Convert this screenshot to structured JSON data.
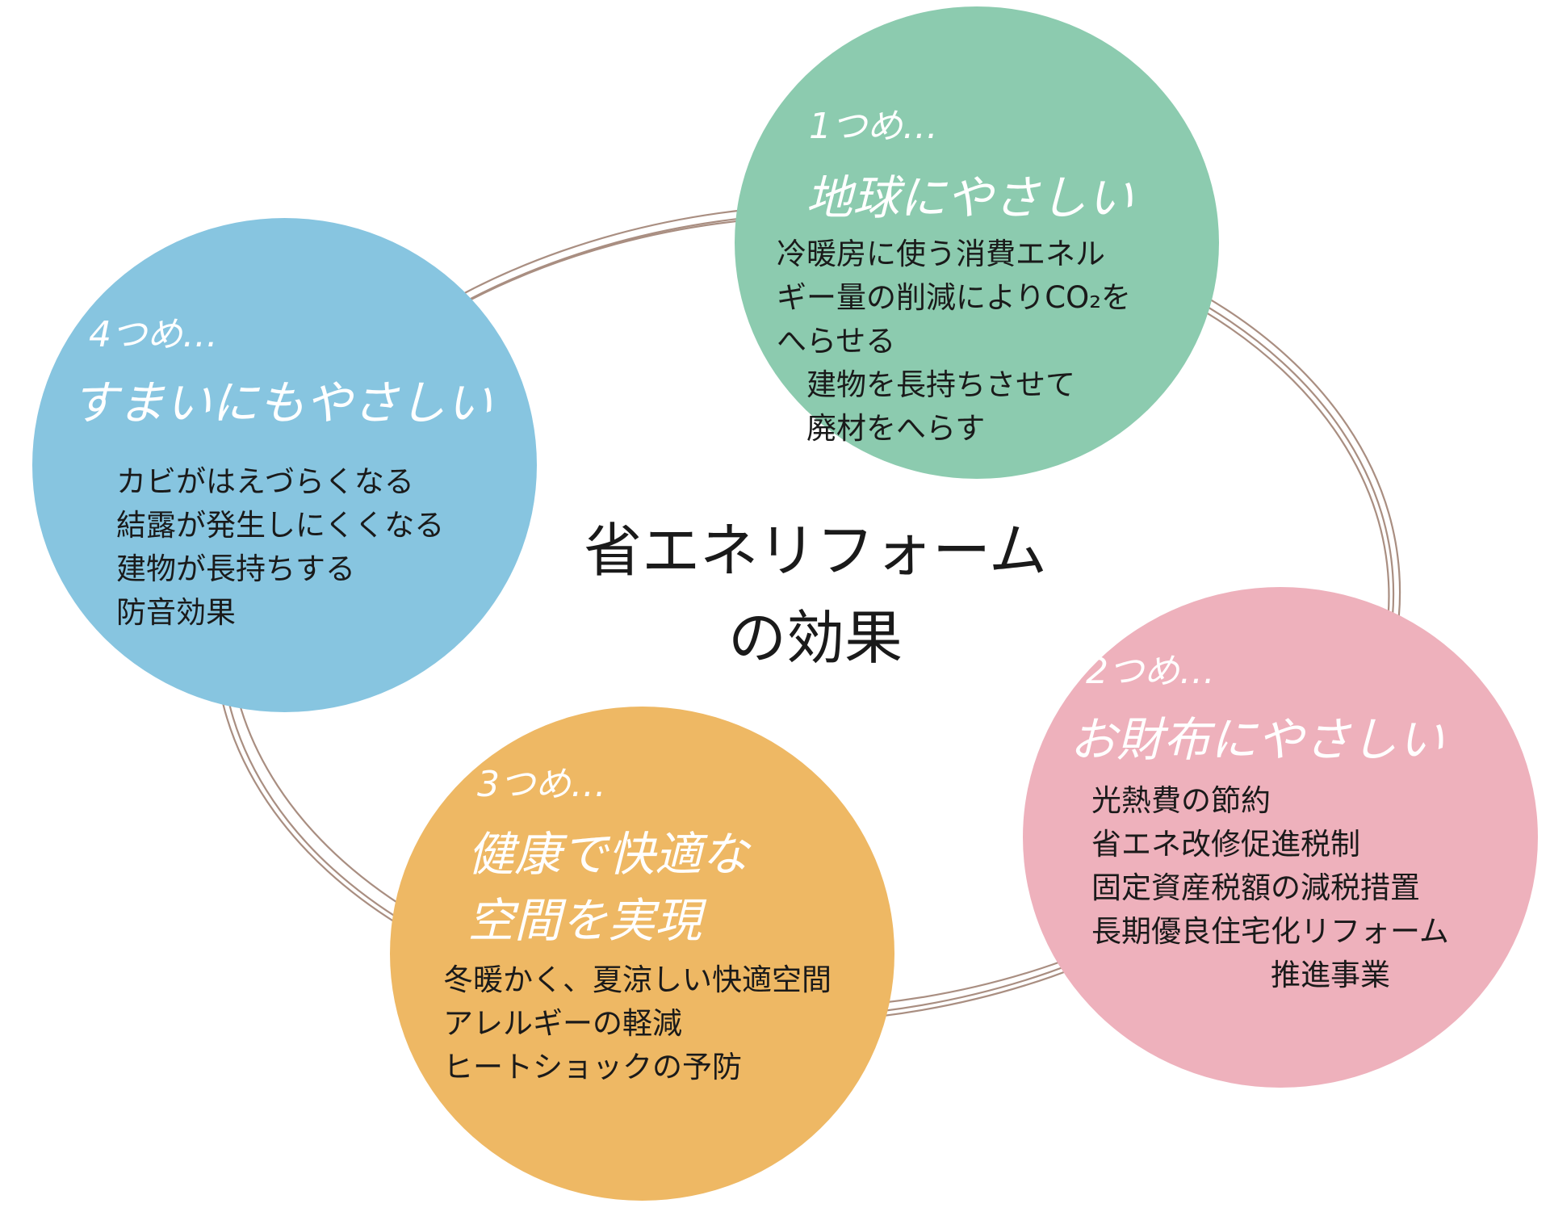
{
  "title": {
    "line1": "省エネリフォーム",
    "line2": "の効果"
  },
  "colors": {
    "ring": "#9b7b6c",
    "green": "#8ccbaf",
    "pink": "#eeb1bc",
    "orange": "#eeb864",
    "blue": "#87c5e0"
  },
  "circles": [
    {
      "num": "1つめ…",
      "heading": "地球にやさしい",
      "lines": [
        "冷暖房に使う消費エネル",
        "ギー量の削減によりCO₂を",
        "へらせる",
        "　建物を長持ちさせて",
        "　廃材をへらす"
      ]
    },
    {
      "num": "2つめ…",
      "heading": "お財布にやさしい",
      "lines": [
        "光熱費の節約",
        "省エネ改修促進税制",
        "固定資産税額の減税措置",
        "長期優良住宅化リフォーム",
        "　　　　　　推進事業"
      ]
    },
    {
      "num": "3つめ…",
      "heading_lines": [
        "健康で快適な",
        "空間を実現"
      ],
      "lines": [
        "冬暖かく、夏涼しい快適空間",
        "アレルギーの軽減",
        "ヒートショックの予防"
      ]
    },
    {
      "num": "4つめ…",
      "heading": "すまいにもやさしい",
      "lines": [
        "カビがはえづらくなる",
        "結露が発生しにくくなる",
        "建物が長持ちする",
        "防音効果"
      ]
    }
  ]
}
